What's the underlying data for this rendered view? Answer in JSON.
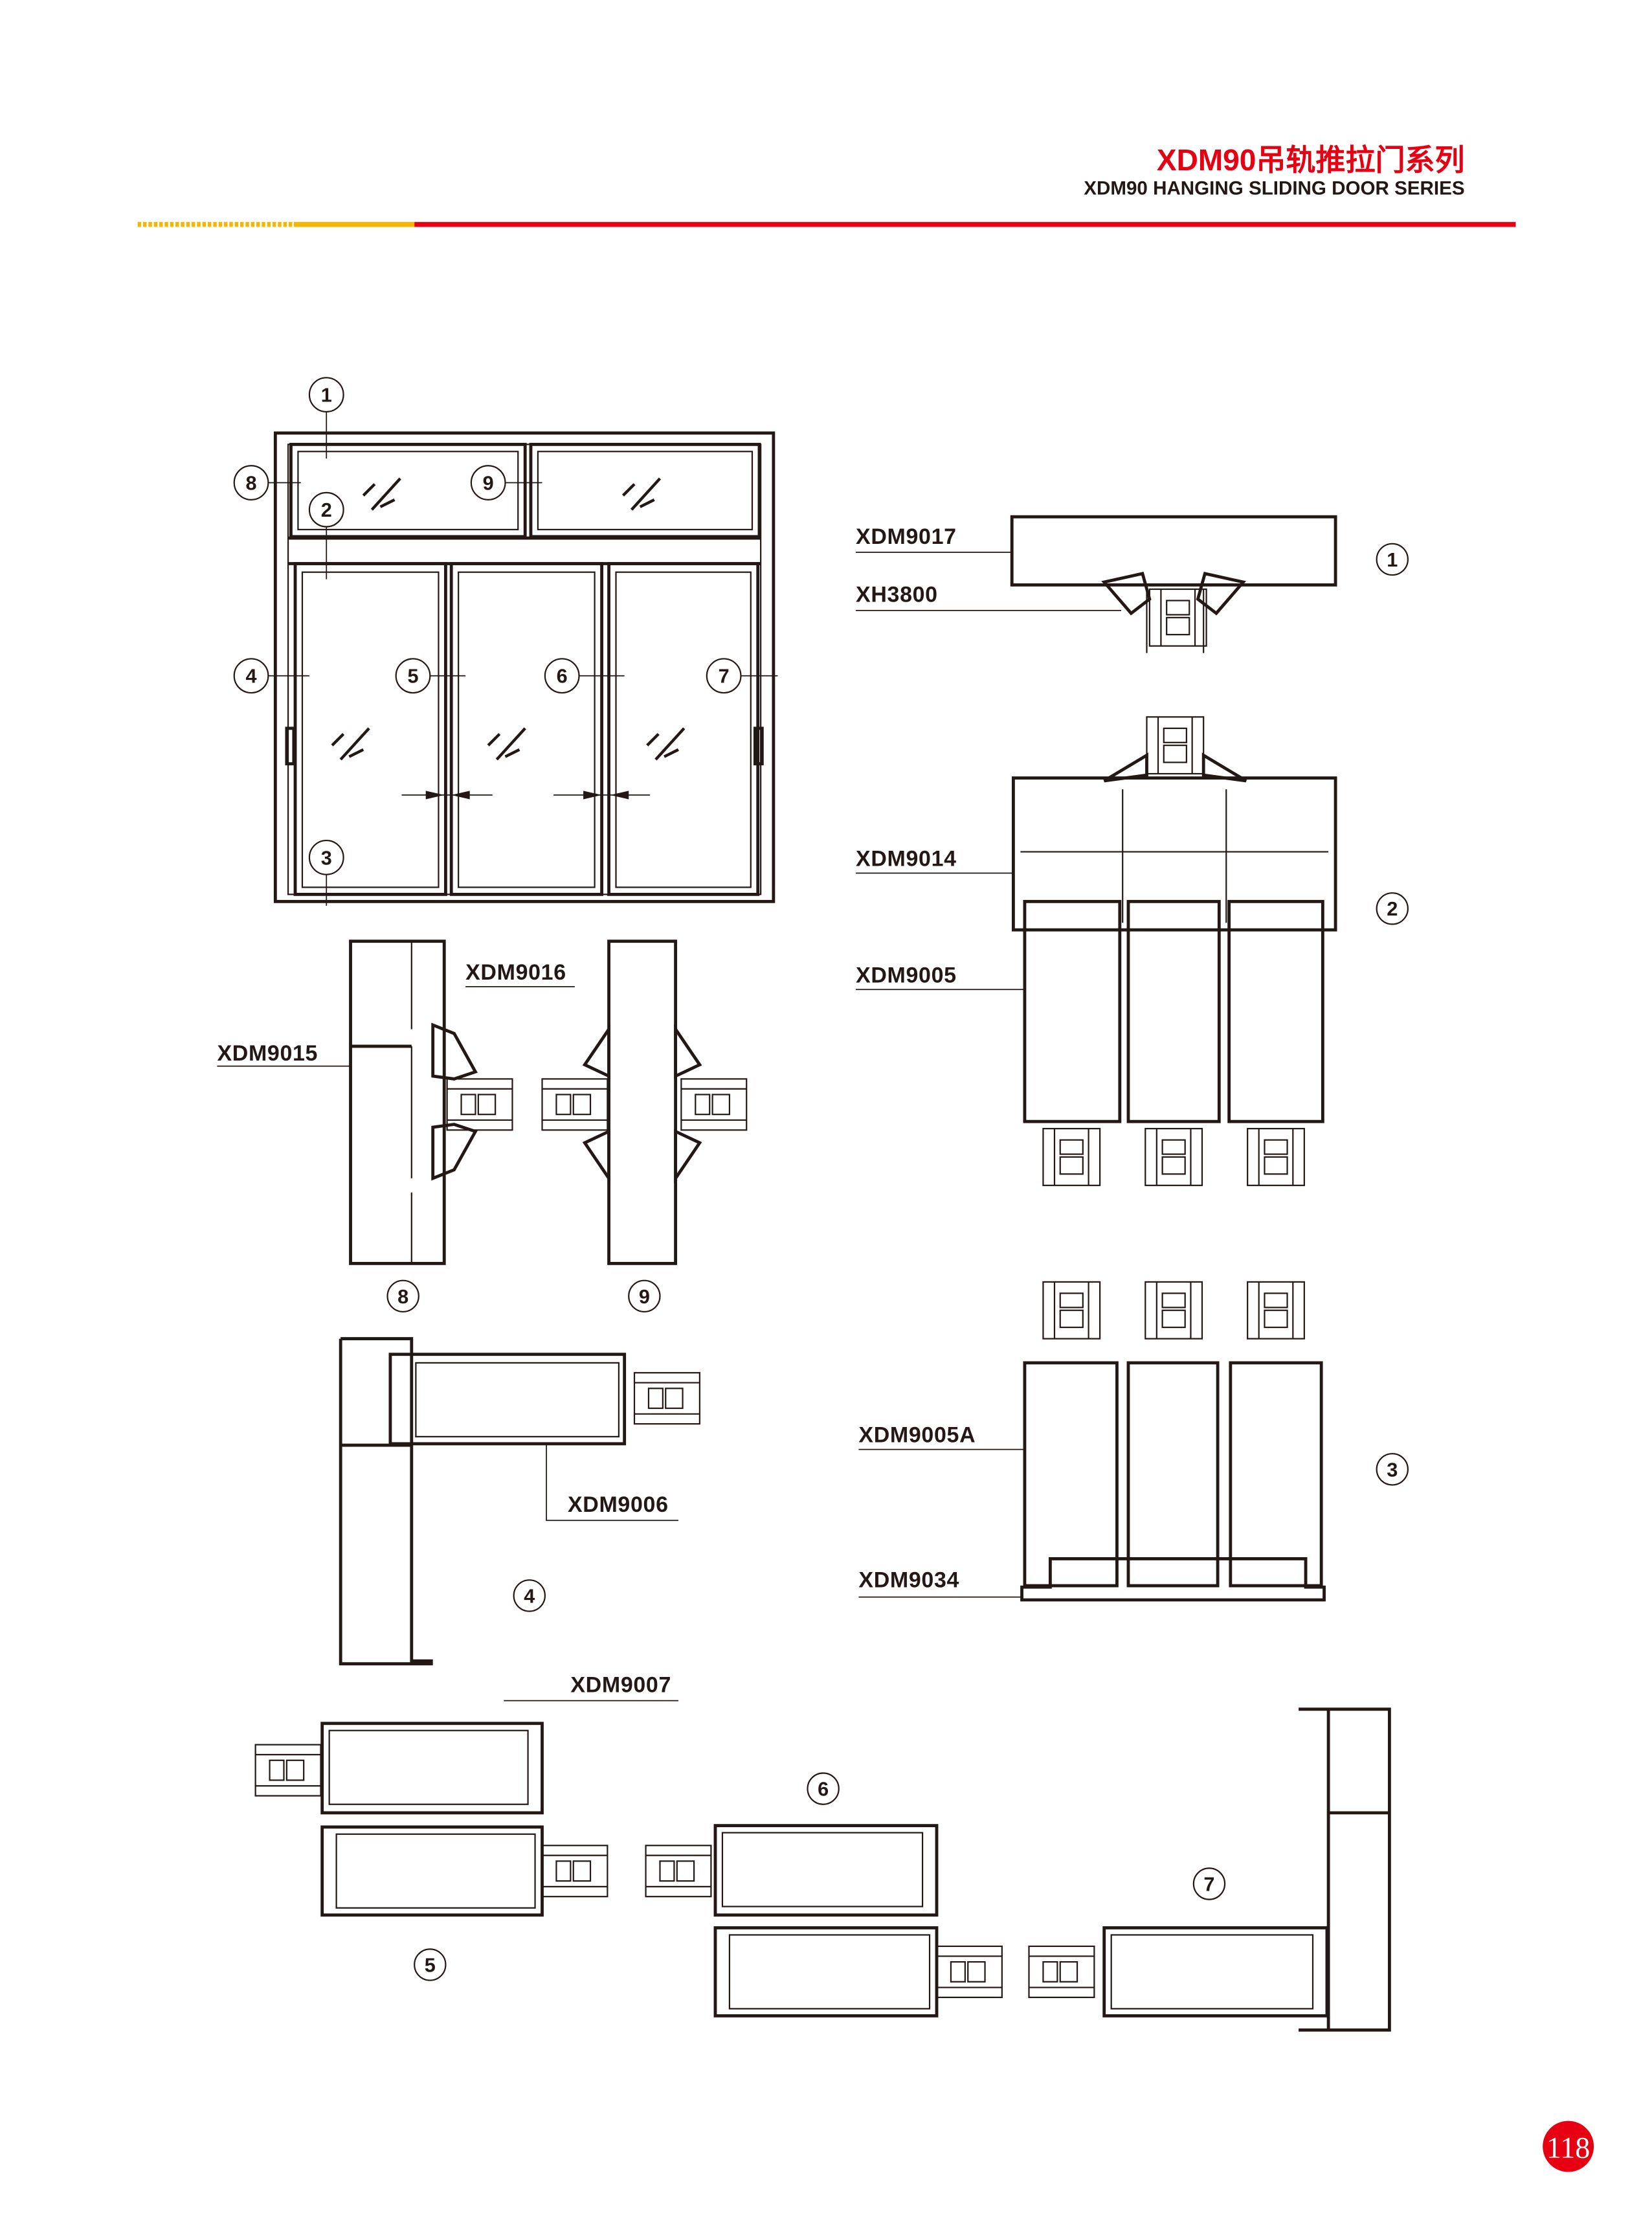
{
  "header": {
    "title_cn": "XDM90吊轨推拉门系列",
    "title_en": "XDM90 HANGING SLIDING DOOR SERIES",
    "accent_red": "#e60012",
    "accent_yellow": "#f8b500"
  },
  "callouts": [
    "1",
    "2",
    "3",
    "4",
    "5",
    "6",
    "7",
    "8",
    "9"
  ],
  "profiles": {
    "xdm9017": "XDM9017",
    "xh3800": "XH3800",
    "xdm9014": "XDM9014",
    "xdm9005": "XDM9005",
    "xdm9016": "XDM9016",
    "xdm9015": "XDM9015",
    "xdm9005a": "XDM9005A",
    "xdm9034": "XDM9034",
    "xdm9006": "XDM9006",
    "xdm9007": "XDM9007"
  },
  "page_number": "118"
}
